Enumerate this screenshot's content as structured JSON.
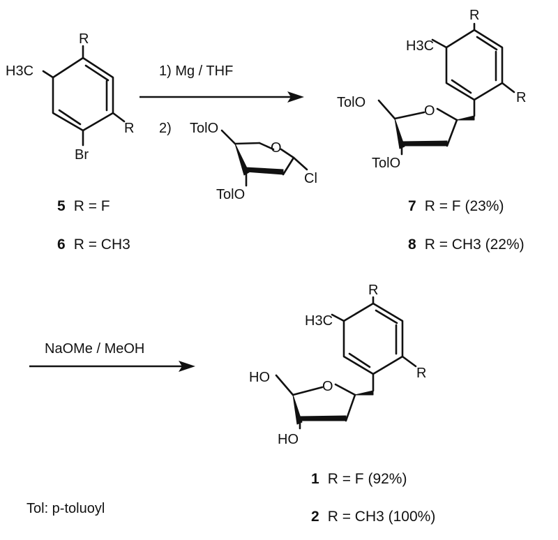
{
  "reactant": {
    "sub_top": "R",
    "sub_right": "R",
    "methyl": "H3C",
    "bromo": "Br"
  },
  "reactant_labels": [
    {
      "num": "5",
      "text": "R = F"
    },
    {
      "num": "6",
      "text": "R = CH3"
    }
  ],
  "step1": {
    "line1": "1)  Mg / THF",
    "line2": "2)",
    "sugar_tolo_top": "TolO",
    "sugar_tolo_bottom": "TolO",
    "sugar_o": "O",
    "sugar_cl": "Cl"
  },
  "intermediate": {
    "methyl": "H3C",
    "sub_top": "R",
    "sub_right": "R",
    "tolo_top": "TolO",
    "tolo_bottom": "TolO",
    "ring_o": "O"
  },
  "intermediate_labels": [
    {
      "num": "7",
      "text": "R = F  (23%)"
    },
    {
      "num": "8",
      "text": "R = CH3 (22%)"
    }
  ],
  "step2": {
    "reagent": "NaOMe / MeOH"
  },
  "product": {
    "methyl": "H3C",
    "sub_top": "R",
    "sub_right": "R",
    "ho_top": "HO",
    "ho_bottom": "HO",
    "ring_o": "O"
  },
  "product_labels": [
    {
      "num": "1",
      "text": "R = F  (92%)"
    },
    {
      "num": "2",
      "text": "R = CH3 (100%)"
    }
  ],
  "footnote": "Tol:  p-toluoyl"
}
